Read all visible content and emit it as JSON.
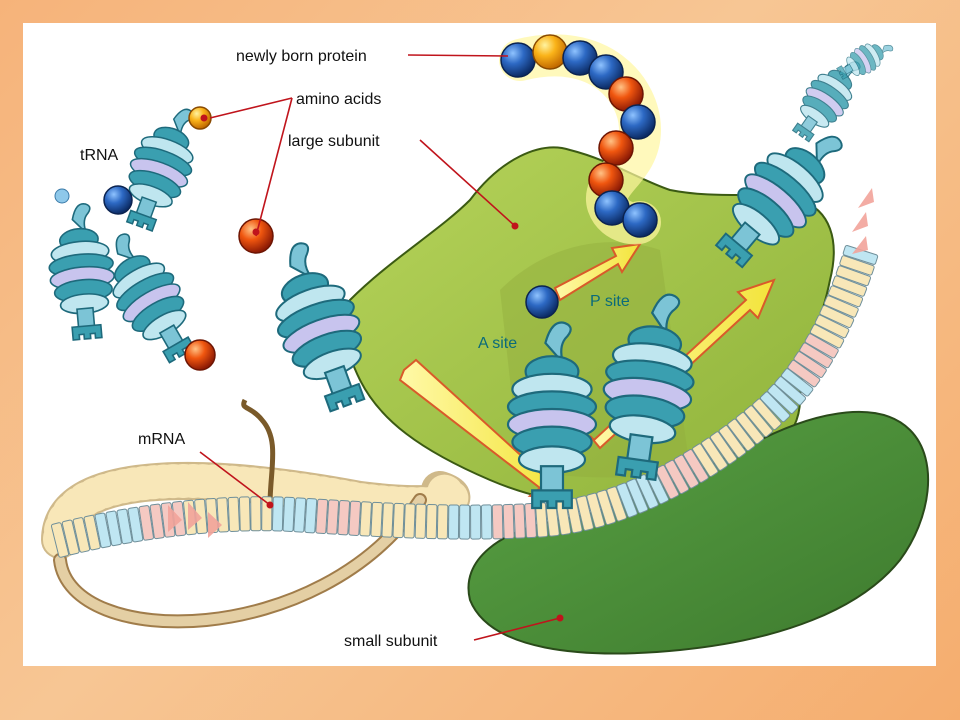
{
  "labels": {
    "newly_born_protein": "newly born protein",
    "amino_acids": "amino acids",
    "large_subunit": "large subunit",
    "trna": "tRNA",
    "a_site": "A site",
    "p_site": "P site",
    "mrna": "mRNA",
    "small_subunit": "small subunit"
  },
  "colors": {
    "frame_background": "#f6b37a",
    "panel_background": "#ffffff",
    "large_subunit": "#a9c74a",
    "small_subunit": "#4e8f3a",
    "trna_body": "#3a9fb0",
    "trna_light": "#bfe6ef",
    "amino_acid_blue": "#1d4f9a",
    "amino_acid_red": "#e0480f",
    "amino_acid_yellow": "#f8a814",
    "leader_line": "#c0141c",
    "arrow_fill": "#f7f053",
    "mrna_beige": "#f8e7b8",
    "mrna_blue": "#bfe6f2",
    "mrna_pink": "#f5c9c2"
  }
}
